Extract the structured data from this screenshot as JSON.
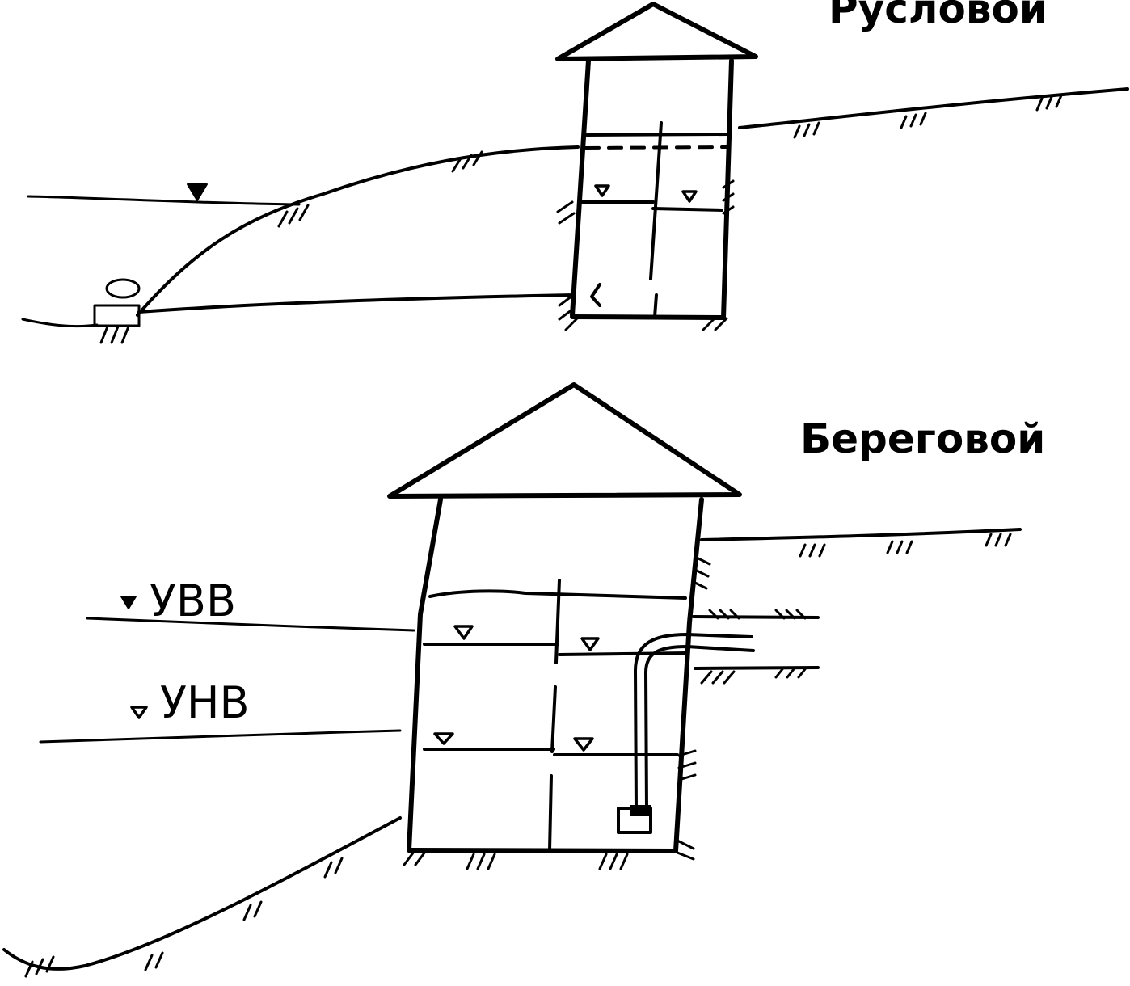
{
  "diagrams": {
    "channel": {
      "title": "Русловой"
    },
    "shore": {
      "title": "Береговой"
    }
  },
  "levels": {
    "high": {
      "label": "УВВ"
    },
    "low": {
      "label": "УНВ"
    }
  },
  "colors": {
    "ink": "#000000",
    "paper": "#ffffff"
  },
  "icons": {
    "water_level": "inverted-triangle-level-icon",
    "ground": "ground-hatch-icon",
    "intake_head": "intake-head-icon",
    "pump": "pump-icon"
  }
}
